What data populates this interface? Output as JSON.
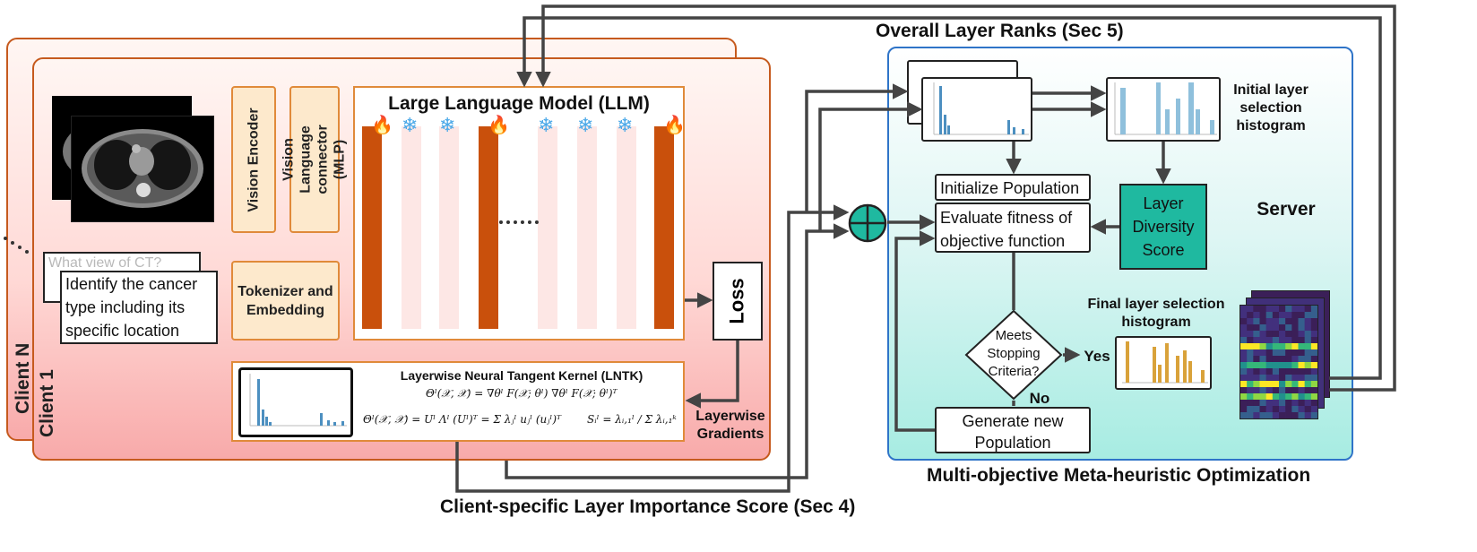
{
  "titles": {
    "overall_ranks": "Overall Layer Ranks (Sec 5)",
    "client_score": "Client-specific Layer Importance Score (Sec 4)",
    "moo": "Multi-objective Meta-heuristic Optimization"
  },
  "client": {
    "client_n": "Client N",
    "client_1": "Client 1",
    "prompt_back": "What view of CT?",
    "prompt_front": "Identify the cancer type including its specific location",
    "vision_encoder": "Vision Encoder",
    "connector": "Vision Language connector (MLP)",
    "tokenizer": "Tokenizer and Embedding",
    "llm_title": "Large Language Model (LLM)",
    "loss": "Loss",
    "gradients": "Layerwise Gradients",
    "lntk_title": "Layerwise Neural Tangent Kernel (LNTK)",
    "eq1": "Θˡ(𝒳, 𝒳) = ∇θˡ F(𝒳; θˡ) ∇θˡ F(𝒳; θˡ)ᵀ",
    "eq2": "Θˡ(𝒳, 𝒳) = Uˡ Λˡ (Uˡ)ᵀ = Σ λⱼˡ uⱼˡ (uⱼˡ)ᵀ",
    "eq3": "Sᵢˡ = λᵢ,₁ˡ / Σ λᵢ,₁ᵏ",
    "fire_icon": "🔥",
    "snow_icon": "❄"
  },
  "llm_layers": [
    {
      "type": "trainable"
    },
    {
      "type": "frozen"
    },
    {
      "type": "frozen"
    },
    {
      "type": "trainable"
    },
    {
      "type": "frozen"
    },
    {
      "type": "frozen"
    },
    {
      "type": "frozen"
    },
    {
      "type": "trainable"
    }
  ],
  "server": {
    "label": "Server",
    "initial_hist": "Initial layer selection histogram",
    "final_hist": "Final layer selection histogram",
    "init_pop": "Initialize Population",
    "evaluate": "Evaluate fitness of objective function",
    "diversity": "Layer Diversity Score",
    "stopping": "Meets Stopping Criteria?",
    "yes": "Yes",
    "no": "No",
    "generate": "Generate new Population",
    "plus_icon": "⊕"
  },
  "colors": {
    "client_border": "#c65a1e",
    "server_border": "#2f74c8",
    "layer_trainable": "#c9500c",
    "teal": "#1fb9a0"
  }
}
